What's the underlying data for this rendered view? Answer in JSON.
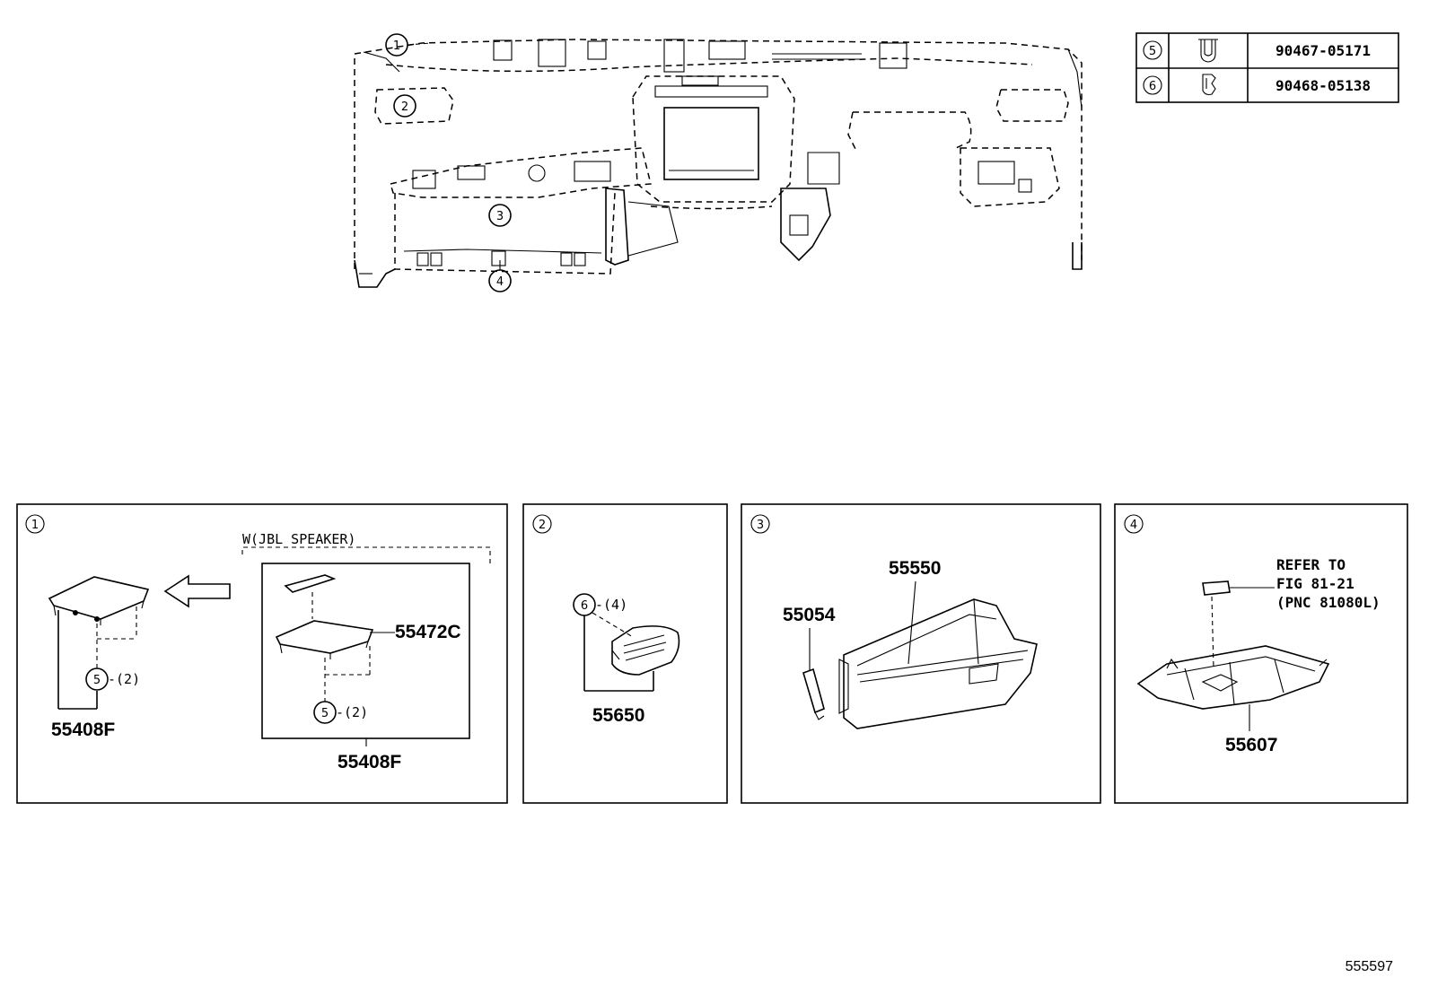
{
  "header_table": {
    "rows": [
      {
        "ref": "5",
        "part_no": "90467-05171",
        "icon": "clip-icon"
      },
      {
        "ref": "6",
        "part_no": "90468-05138",
        "icon": "clip-icon"
      }
    ]
  },
  "overview": {
    "callouts": [
      "1",
      "2",
      "3",
      "4"
    ]
  },
  "panel1": {
    "ref": "1",
    "variant_label": "W(JBL SPEAKER)",
    "part_left": "55408F",
    "part_right": "55408F",
    "part_trim": "55472C",
    "clip_left_ref": "5",
    "clip_left_qty": "-(2)",
    "clip_right_ref": "5",
    "clip_right_qty": "-(2)"
  },
  "panel2": {
    "ref": "2",
    "clip_ref": "6",
    "clip_qty": "-(4)",
    "part": "55650"
  },
  "panel3": {
    "ref": "3",
    "part_box": "55550",
    "part_damper": "55054"
  },
  "panel4": {
    "ref": "4",
    "part": "55607",
    "note_line1": "REFER TO",
    "note_line2": "FIG 81-21",
    "note_line3": "(PNC 81080L)"
  },
  "footer": {
    "diagram_id": "555597"
  }
}
